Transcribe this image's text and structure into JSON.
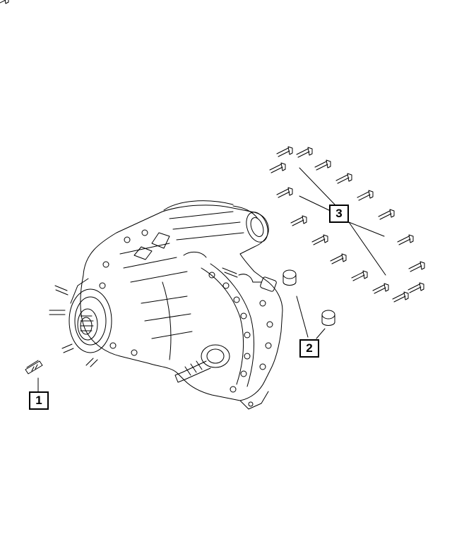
{
  "diagram": {
    "callouts": [
      {
        "label": "1",
        "part": "stud"
      },
      {
        "label": "2",
        "part": "dowel"
      },
      {
        "label": "3",
        "part": "bolt"
      }
    ],
    "colors": {
      "line": "#000000",
      "background": "#ffffff"
    }
  }
}
